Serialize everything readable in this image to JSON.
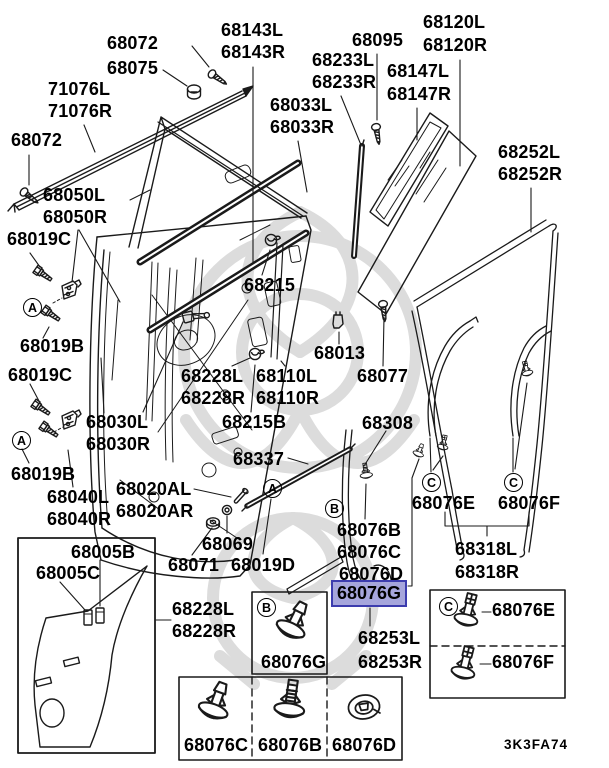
{
  "diagram": {
    "drawing_code": "3K3FA74",
    "highlighted_part": "68076G",
    "colors": {
      "highlight_bg": "#a6a6dc",
      "highlight_border": "#3c3cae",
      "line": "#1a1a1a",
      "watermark": "#dcdcdc"
    },
    "callouts": {
      "a": "A",
      "b": "B",
      "c": "C"
    },
    "labels": {
      "t68072_top": "68072",
      "t68075": "68075",
      "t68143l": "68143L",
      "t68143r": "68143R",
      "t68095": "68095",
      "t68120l": "68120L",
      "t68120r": "68120R",
      "t68233l": "68233L",
      "t68233r": "68233R",
      "t68147l": "68147L",
      "t68147r": "68147R",
      "t71076l": "71076L",
      "t71076r": "71076R",
      "t68033l": "68033L",
      "t68033r": "68033R",
      "t68072_left": "68072",
      "t68252l": "68252L",
      "t68252r": "68252R",
      "t68050l": "68050L",
      "t68050r": "68050R",
      "t68019c_1": "68019C",
      "t68019b_1": "68019B",
      "t68019c_2": "68019C",
      "t68019b_2": "68019B",
      "t68215": "68215",
      "t68013": "68013",
      "t68228l_1": "68228L",
      "t68228r_1": "68228R",
      "t68110l": "68110L",
      "t68110r": "68110R",
      "t68077": "68077",
      "t68215b": "68215B",
      "t68030l": "68030L",
      "t68030r": "68030R",
      "t68337": "68337",
      "t68040l": "68040L",
      "t68040r": "68040R",
      "t68020al": "68020AL",
      "t68020ar": "68020AR",
      "t68069": "68069",
      "t68071": "68071",
      "t68019d": "68019D",
      "t68308": "68308",
      "t68076b": "68076B",
      "t68076c": "68076C",
      "t68076d": "68076D",
      "t68076g_hl": "68076G",
      "t68253l": "68253L",
      "t68253r": "68253R",
      "t68076e_1": "68076E",
      "t68076f_1": "68076F",
      "t68318l": "68318L",
      "t68318r": "68318R",
      "t68005b": "68005B",
      "t68005c": "68005C",
      "t68228l_2": "68228L",
      "t68228r_2": "68228R",
      "t68076g_box": "68076G",
      "t68076c_box": "68076C",
      "t68076b_box": "68076B",
      "t68076d_box": "68076D",
      "t68076e_box": "68076E",
      "t68076f_box": "68076F",
      "code": "3K3FA74"
    }
  }
}
